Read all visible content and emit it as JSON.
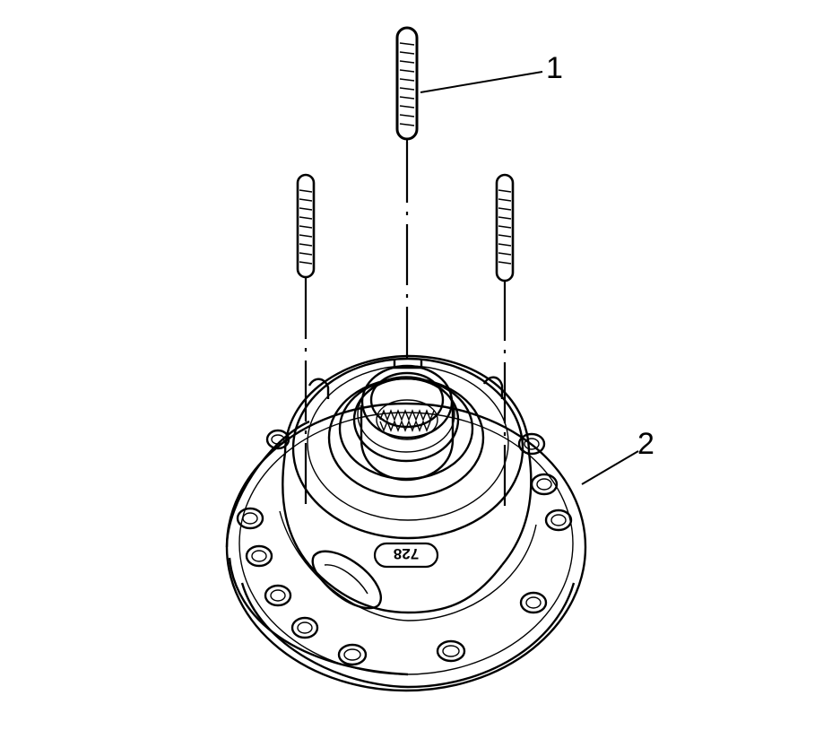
{
  "diagram": {
    "callouts": [
      {
        "id": "1",
        "label": "1"
      },
      {
        "id": "2",
        "label": "2"
      }
    ],
    "housing_stamp": "728"
  }
}
